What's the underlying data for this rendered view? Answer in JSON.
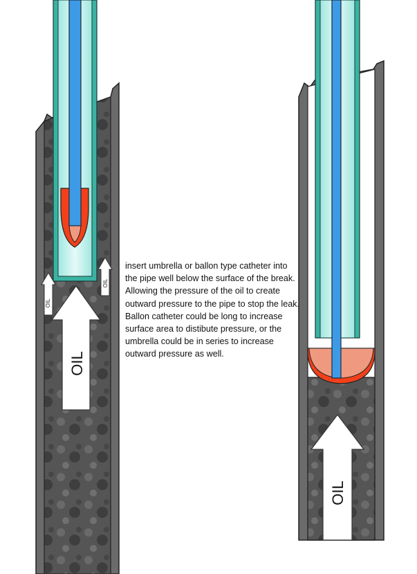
{
  "labels": {
    "big_arrow_left": "OIL",
    "small_arrow_left": "OIL",
    "small_arrow_right": "OIL",
    "big_arrow_right": "OIL"
  },
  "description": {
    "lines": [
      "insert umbrella or ballon type catheter into",
      "the pipe well below the surface of the break.",
      "Allowing the pressure of the oil to create",
      "outward pressure to the pipe to stop the leak.",
      "Ballon catheter could be long to increase",
      "surface area to distibute pressure, or the",
      "umbrella could be in series to increase",
      "outward pressure as well."
    ]
  },
  "colors": {
    "pipe_wall": "#6b6b6b",
    "oil": "#4a4a4a",
    "tube": "#bff0ea",
    "tube_wall": "#3bb3a3",
    "rod": "#3d9be6",
    "balloon": "#f2401a",
    "balloon_inner": "#ef9a80"
  }
}
